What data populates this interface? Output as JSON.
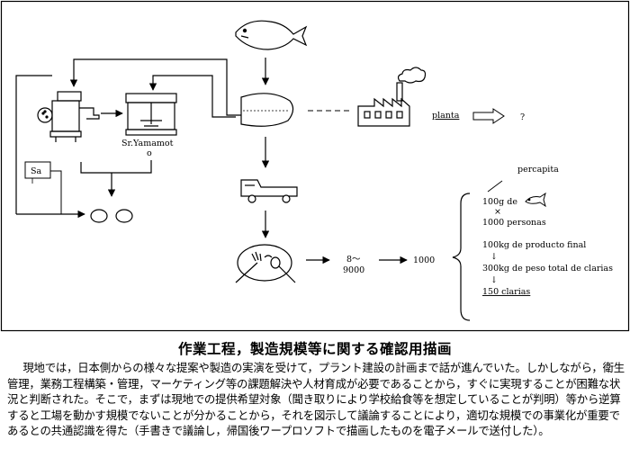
{
  "diagram": {
    "label_sa": "Sa",
    "label_yamamoto": "Sr.Yamamot",
    "label_o": "o",
    "label_planta": "planta",
    "label_question": "?",
    "label_8": "8～",
    "label_9000": "9000",
    "label_1000": "1000",
    "per_capita": "percapita",
    "line_100g": "100g de",
    "times": "×",
    "personas": "1000 personas",
    "producto": "100kg de producto final",
    "arrow1": "↓",
    "peso": "300kg de peso total de clarias",
    "arrow2": "↓",
    "clarias": "150 clarias"
  },
  "caption": "作業工程，製造規模等に関する確認用描画",
  "paragraph": "現地では，日本側からの様々な提案や製造の実演を受けて，プラント建設の計画まで話が進んでいた。しかしながら，衛生管理，業務工程構築・管理，マーケティング等の課題解決や人材育成が必要であることから，すぐに実現することが困難な状況と判断された。そこで，まずは現地での提供希望対象（聞き取りにより学校給食等を想定していることが判明）等から逆算すると工場を動かす規模でないことが分かることから，それを図示して議論することにより，適切な規模での事業化が重要であるとの共通認識を得た（手書きで議論し，帰国後ワープロソフトで描画したものを電子メールで送付した）。"
}
